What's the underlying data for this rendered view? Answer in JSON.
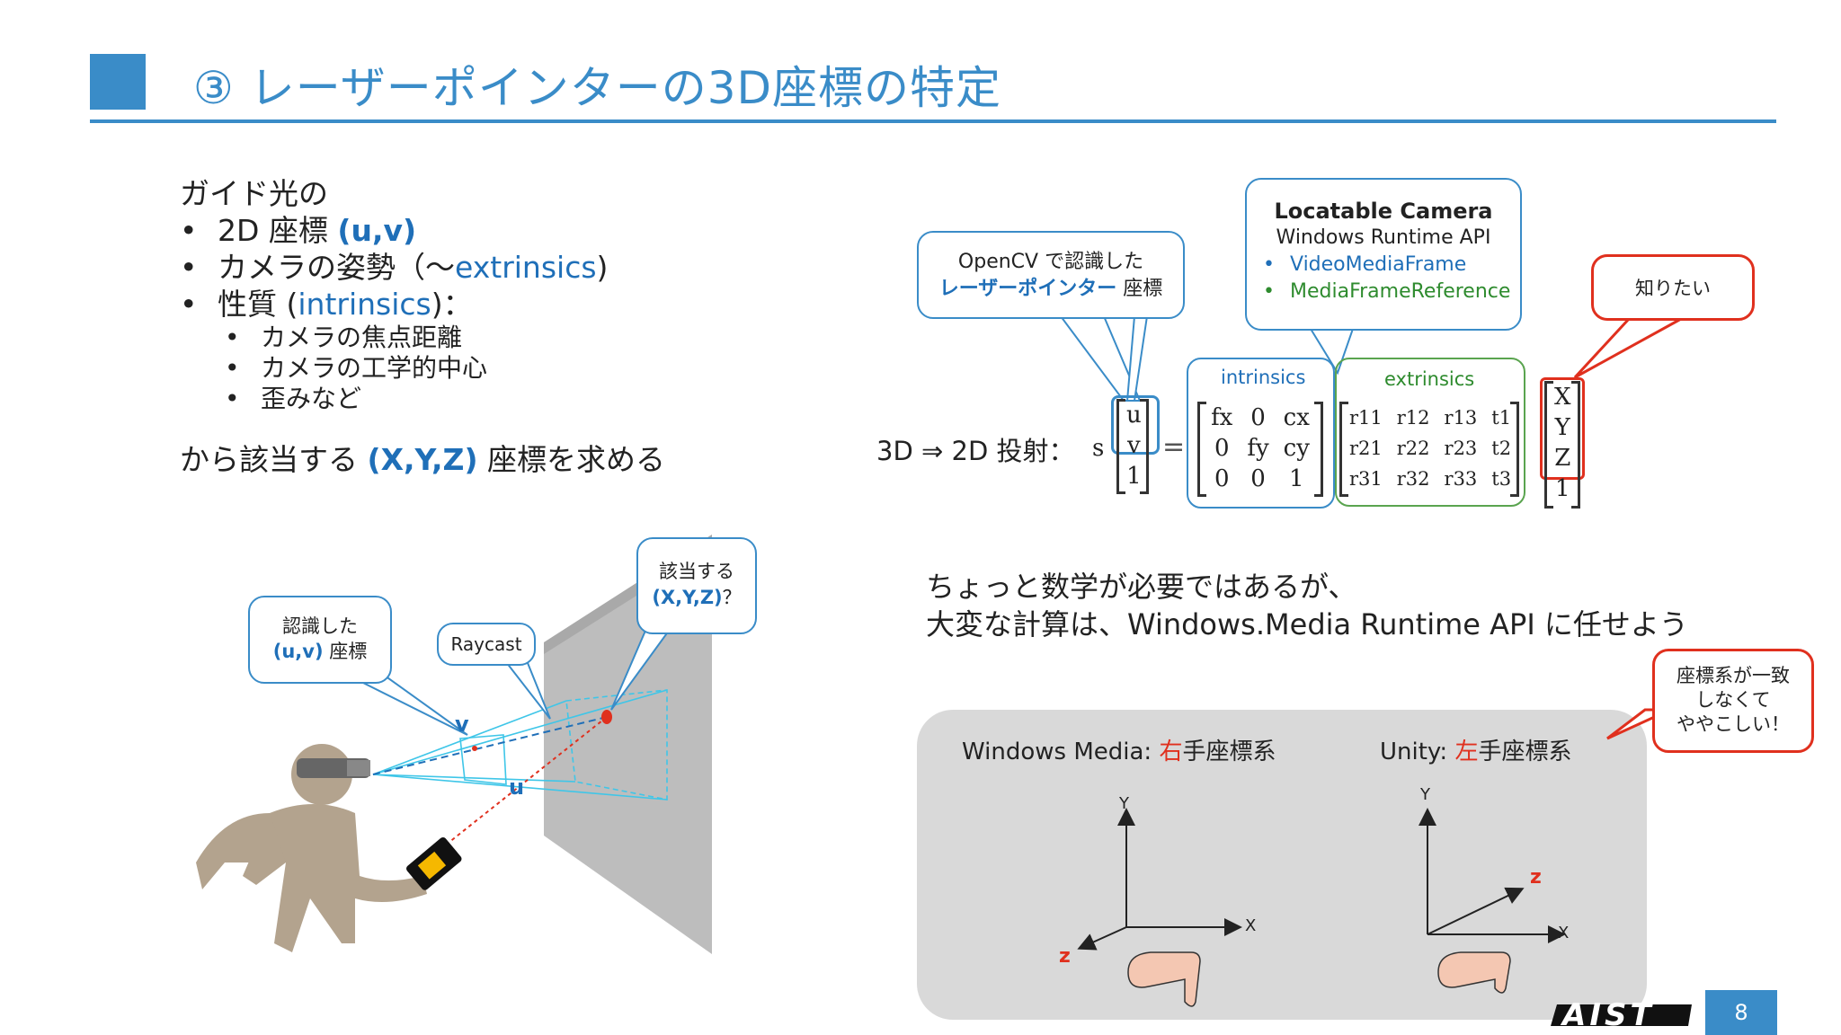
{
  "header": {
    "title": "③ レーザーポインターの3D座標の特定"
  },
  "left": {
    "intro": "ガイド光の",
    "bullets": [
      {
        "pre": "2D 座標 ",
        "highlight": "(u,v)",
        "post": ""
      },
      {
        "pre": "カメラの姿勢（〜",
        "highlight": "extrinsics",
        "post": ")"
      },
      {
        "pre": "性質 (",
        "highlight": "intrinsics",
        "post": ")："
      }
    ],
    "sub_bullets": [
      "カメラの焦点距離",
      "カメラの工学的中心",
      "歪みなど"
    ],
    "conclusion_pre": "から該当する ",
    "conclusion_highlight": "(X,Y,Z)",
    "conclusion_post": " 座標を求める"
  },
  "illustration": {
    "callout_recognized_line1": "認識した",
    "callout_recognized_uv": "(u,v)",
    "callout_recognized_line2": " 座標",
    "callout_raycast": "Raycast",
    "callout_target_line1": "該当する",
    "callout_target_xyz": "(X,Y,Z)",
    "callout_target_q": "？",
    "label_v": "v",
    "label_u": "u"
  },
  "projection": {
    "callout_opencv_line1": "OpenCV で認識した",
    "callout_opencv_highlight": "レーザーポインター",
    "callout_opencv_line2": " 座標",
    "callout_camera_title": "Locatable Camera",
    "callout_camera_subtitle": "Windows Runtime API",
    "callout_camera_items": [
      "VideoMediaFrame",
      "MediaFrameReference"
    ],
    "callout_want": "知りたい",
    "label_intrinsics": "intrinsics",
    "label_extrinsics": "extrinsics",
    "equation_label": "3D ⇒ 2D 投射：",
    "scalar": "s",
    "equals": "=",
    "uv_vector": [
      "u",
      "v",
      "1"
    ],
    "intrinsic_matrix": [
      [
        "fx",
        "0",
        "cx"
      ],
      [
        "0",
        "fy",
        "cy"
      ],
      [
        "0",
        "0",
        "1"
      ]
    ],
    "extrinsic_matrix": [
      [
        "r11",
        "r12",
        "r13",
        "t1"
      ],
      [
        "r21",
        "r22",
        "r23",
        "t2"
      ],
      [
        "r31",
        "r32",
        "r33",
        "t3"
      ]
    ],
    "xyz_vector": [
      "X",
      "Y",
      "Z",
      "1"
    ]
  },
  "note": {
    "line1": "ちょっと数学が必要ではあるが、",
    "line2": "大変な計算は、Windows.Media Runtime API に任せよう"
  },
  "coords": {
    "callout_tricky": [
      "座標系が一致",
      "しなくて",
      "ややこしい！"
    ],
    "windows_label_pre": "Windows Media: ",
    "windows_label_hand": "右",
    "windows_label_post": "手座標系",
    "unity_label_pre": "Unity: ",
    "unity_label_hand": "左",
    "unity_label_post": "手座標系",
    "axis_x": "X",
    "axis_y": "Y",
    "axis_z": "z"
  },
  "footer": {
    "logo_text": "AIST",
    "page_number": "8"
  },
  "colors": {
    "accent": "#3a8cc8",
    "highlight_blue": "#1f6fb8",
    "green": "#2e8b2e",
    "red": "#e0301e"
  }
}
